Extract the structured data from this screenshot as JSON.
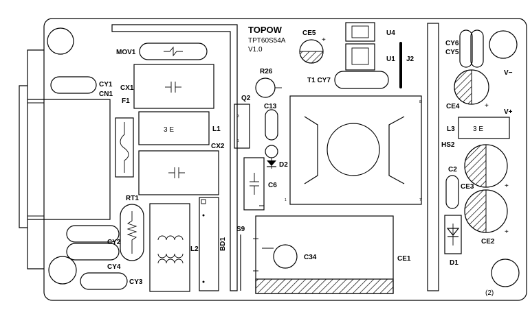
{
  "board": {
    "brand": "TOPOW",
    "model": "TPT60S54A",
    "version": "V1.0",
    "revision": "(2)"
  },
  "labels": {
    "mov1": "MOV1",
    "cy1": "CY1",
    "cn1": "CN1",
    "cx1": "CX1",
    "f1": "F1",
    "l1": "L1",
    "cx2": "CX2",
    "rt1": "RT1",
    "cy2": "CY2",
    "cy4": "CY4",
    "cy3": "CY3",
    "l2": "L2",
    "bd1": "BD1",
    "r26": "R26",
    "q2": "Q2",
    "c13": "C13",
    "d2": "D2",
    "c6": "C6",
    "ce5": "CE5",
    "t1cy7": "T1 CY7",
    "u4": "U4",
    "u1": "U1",
    "j2": "J2",
    "s9": "S9",
    "c34": "C34",
    "ce1": "CE1",
    "cy6": "CY6",
    "cy5": "CY5",
    "vminus": "V−",
    "ce4": "CE4",
    "vplus": "V+",
    "l3": "L3",
    "hs2": "HS2",
    "c2": "C2",
    "ce3": "CE3",
    "ce2": "CE2",
    "d1": "D1"
  },
  "pins": {
    "q2_top": "3",
    "q2_bottom": "1",
    "t1_top": "8",
    "t1_left": "1",
    "t1_right": "7"
  },
  "polarity": {
    "ce5": "+",
    "ce4": "+",
    "ce3": "+",
    "ce2": "+"
  },
  "symbols": {
    "mov1": "-N-",
    "cx1": "-||-",
    "l1": "3 E",
    "cx2": "-||-",
    "c6": "-||-",
    "l3": "3 E"
  }
}
